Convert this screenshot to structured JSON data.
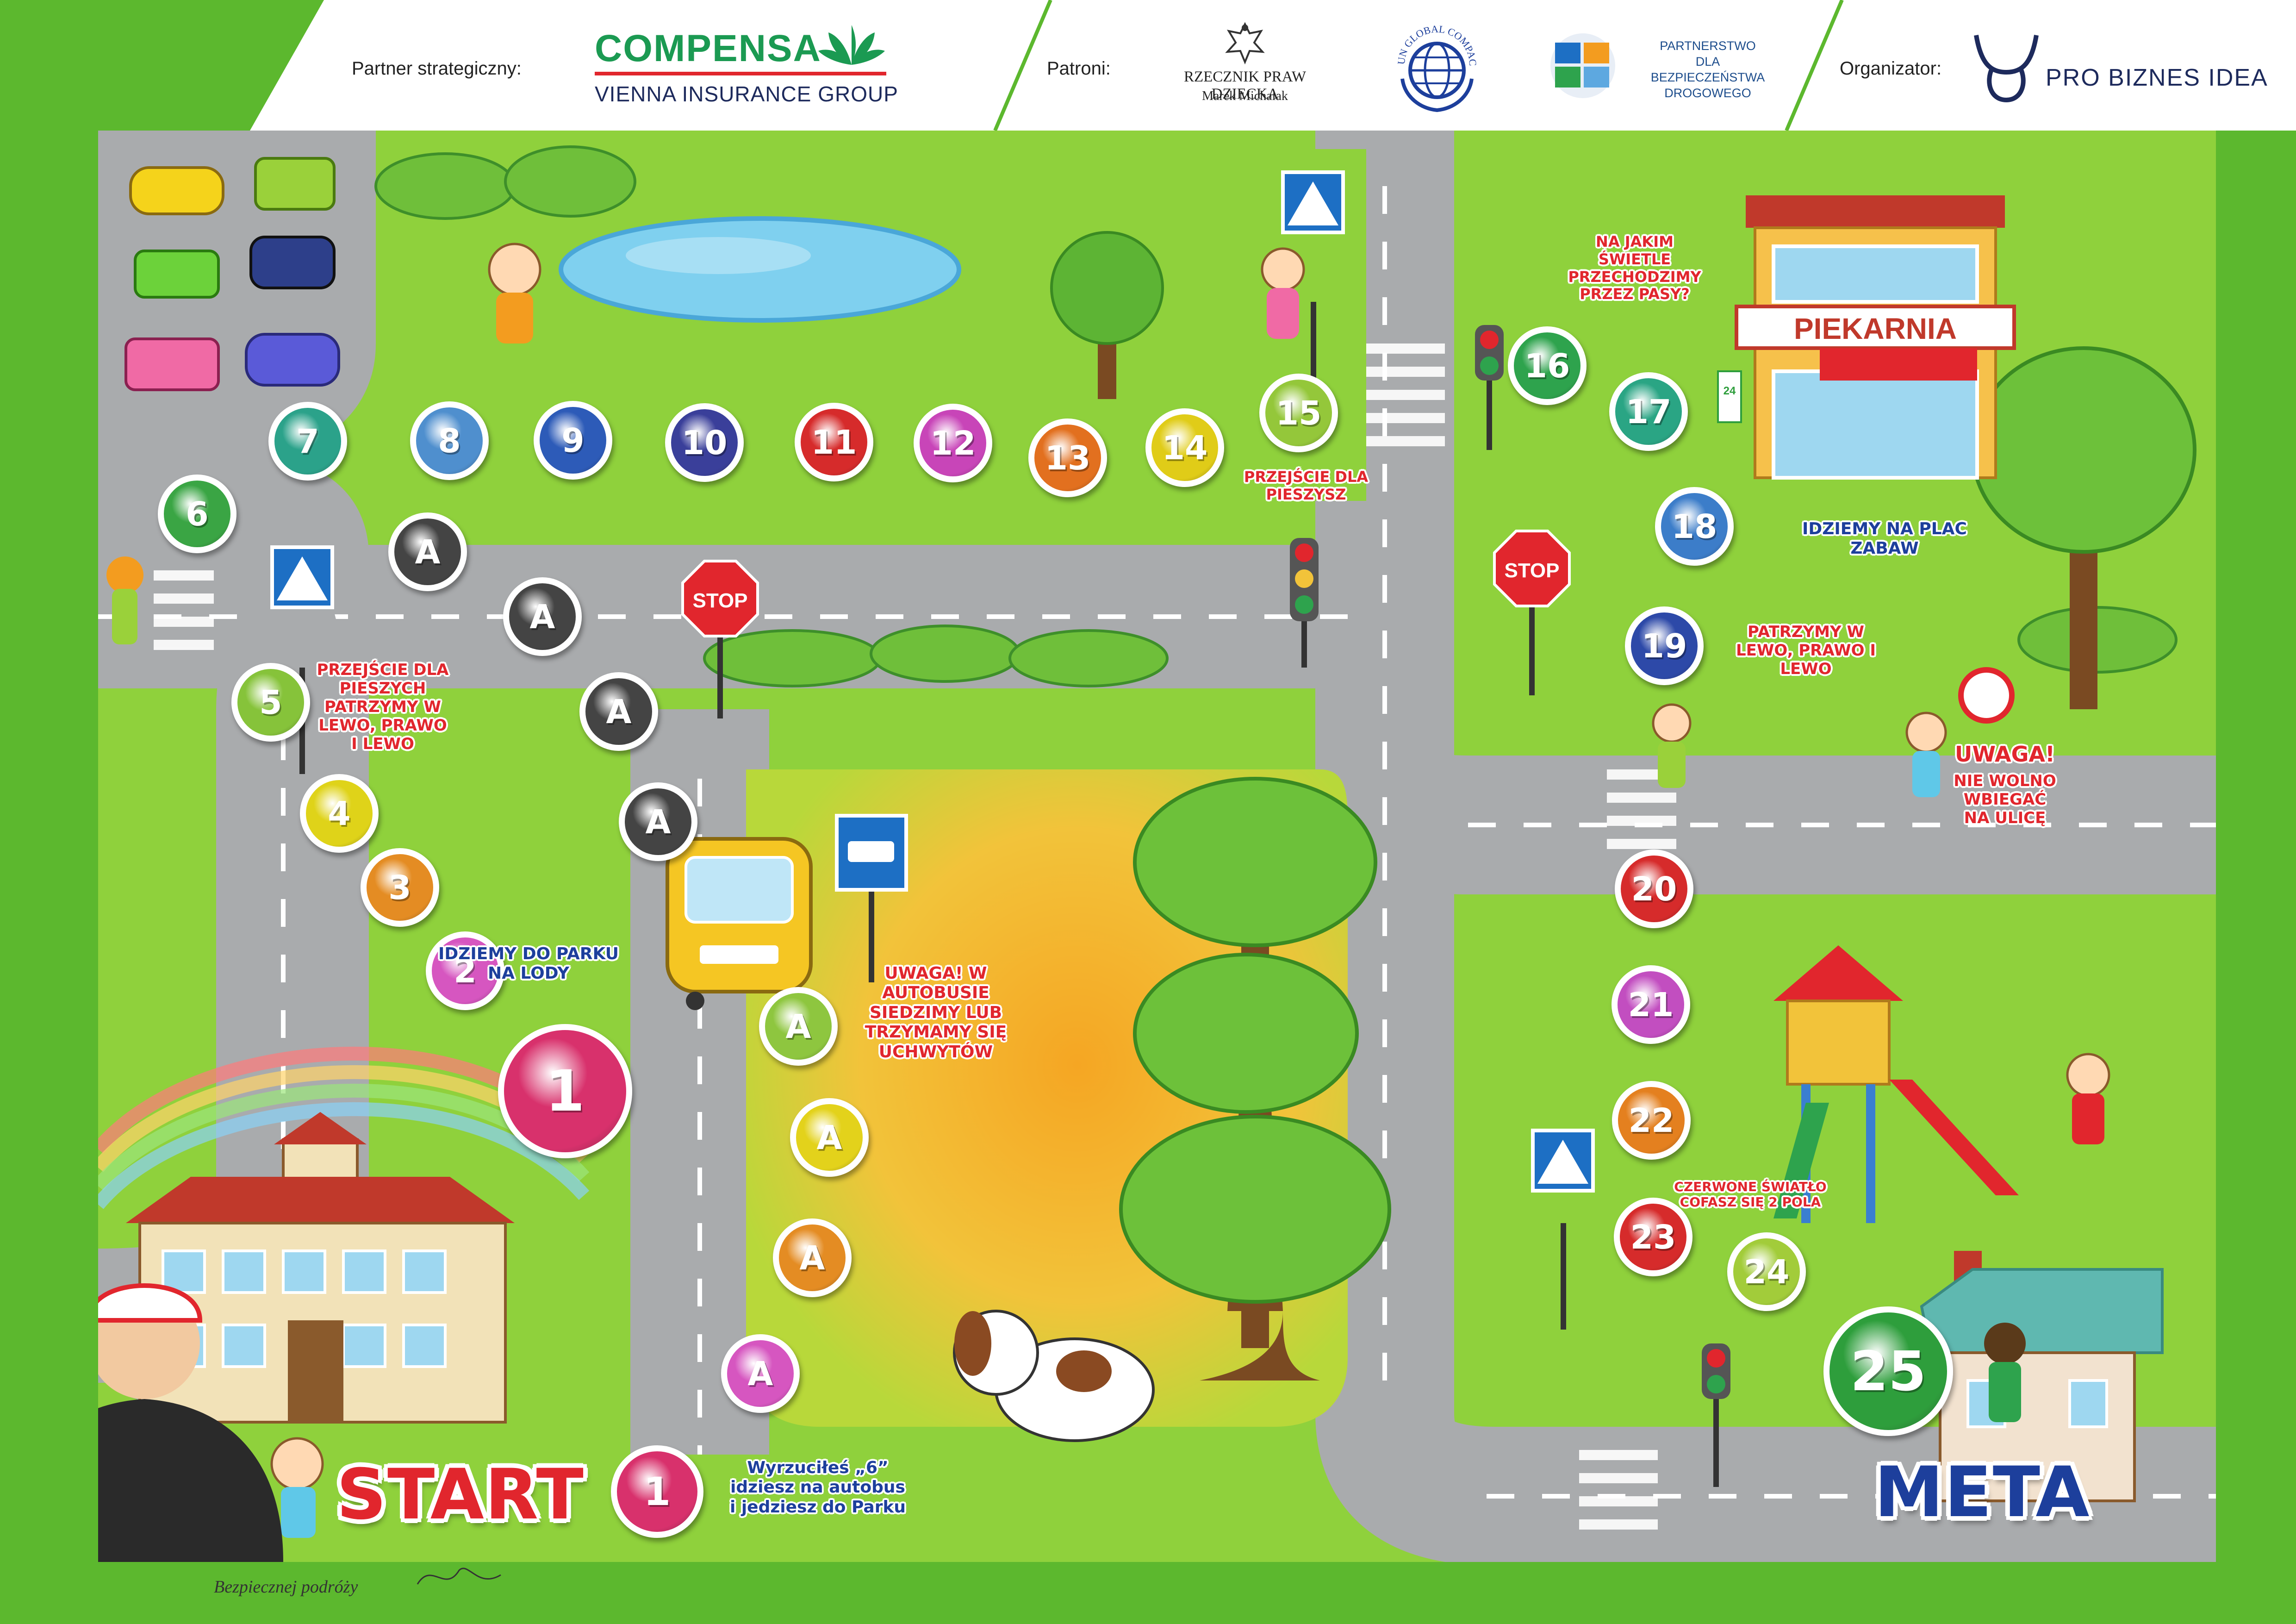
{
  "header": {
    "partner_label": "Partner strategiczny:",
    "compensa": "COMPENSA",
    "compensa_sub": "VIENNA INSURANCE GROUP",
    "patrons_label": "Patroni:",
    "rpd": "RZECZNIK PRAW DZIECKA",
    "rpd_name": "Marek Michalak",
    "un_global": "UN GLOBAL COMPACT",
    "pdbd_1": "PARTNERSTWO",
    "pdbd_2": "DLA",
    "pdbd_3": "BEZPIECZEŃSTWA",
    "pdbd_4": "DROGOWEGO",
    "organizer_label": "Organizator:",
    "organizer": "PRO BIZNES IDEA"
  },
  "fields": [
    {
      "label": "1",
      "color": "#d8316c"
    },
    {
      "label": "1",
      "color": "#d8316c"
    },
    {
      "label": "2",
      "color": "#d656c0"
    },
    {
      "label": "3",
      "color": "#e48c23"
    },
    {
      "label": "4",
      "color": "#dfd319"
    },
    {
      "label": "5",
      "color": "#86c33a"
    },
    {
      "label": "6",
      "color": "#3aa544"
    },
    {
      "label": "7",
      "color": "#2ba28a"
    },
    {
      "label": "8",
      "color": "#4f8fce"
    },
    {
      "label": "9",
      "color": "#2d5bb8"
    },
    {
      "label": "10",
      "color": "#3a3f9a"
    },
    {
      "label": "11",
      "color": "#d62b2b"
    },
    {
      "label": "12",
      "color": "#c845b8"
    },
    {
      "label": "13",
      "color": "#e2701f"
    },
    {
      "label": "14",
      "color": "#e0cc18"
    },
    {
      "label": "15",
      "color": "#94c73a"
    },
    {
      "label": "16",
      "color": "#2ea34d"
    },
    {
      "label": "17",
      "color": "#2aa584"
    },
    {
      "label": "18",
      "color": "#3c7dc9"
    },
    {
      "label": "19",
      "color": "#2d49a8"
    },
    {
      "label": "20",
      "color": "#d62b2b"
    },
    {
      "label": "21",
      "color": "#c24ec0"
    },
    {
      "label": "22",
      "color": "#e4801f"
    },
    {
      "label": "23",
      "color": "#d62b2b"
    },
    {
      "label": "24",
      "color": "#a2cc3a"
    },
    {
      "label": "25",
      "color": "#2e9e3c"
    },
    {
      "label": "A",
      "color": "#444444"
    },
    {
      "label": "A",
      "color": "#444444"
    },
    {
      "label": "A",
      "color": "#444444"
    },
    {
      "label": "A",
      "color": "#444444"
    },
    {
      "label": "A",
      "color": "#8ec63f"
    },
    {
      "label": "A",
      "color": "#e3d21b"
    },
    {
      "label": "A",
      "color": "#e48c23"
    },
    {
      "label": "A",
      "color": "#d656c0"
    }
  ],
  "notes": {
    "przejscie_left": "PRZEJŚCIE DLA PIESZYCH PATRZYMY W LEWO, PRAWO I LEWO",
    "idziemy_park": "IDZIEMY DO PARKU NA LODY",
    "uwaga_autobus": "UWAGA! W AUTOBUSIE SIEDZIMY LUB TRZYMAMY SIĘ UCHWYTÓW",
    "przejscie_15": "PRZEJŚCIE DLA PIESZYSZ",
    "swietle": "NA JAKIM ŚWIETLE PRZECHODZIMY PRZEZ PASY?",
    "plac": "IDZIEMY NA PLAC ZABAW",
    "patrzymy_19": "PATRZYMY W LEWO, PRAWO I LEWO",
    "uwaga_ulica_1": "UWAGA!",
    "uwaga_ulica_2": "NIE WOLNO WBIEGAĆ NA ULICĘ",
    "czerwone": "CZERWONE ŚWIATŁO COFASZ SIĘ 2 POLA",
    "wyrzuciles_1": "Wyrzuciłeś „6”",
    "wyrzuciles_2": "idziesz na autobus",
    "wyrzuciles_3": "i jedziesz do Parku"
  },
  "signs": {
    "stop": "STOP",
    "bakery": "PIEKARNIA",
    "open_24": "24"
  },
  "big": {
    "start": "START",
    "meta": "META"
  },
  "footer": {
    "wish": "Bezpiecznej podróży"
  },
  "colors": {
    "grass": "#8fd13c",
    "road": "#a9abad",
    "frame": "#5cb82e",
    "start": "#e1262d",
    "meta": "#1d3f9c"
  }
}
